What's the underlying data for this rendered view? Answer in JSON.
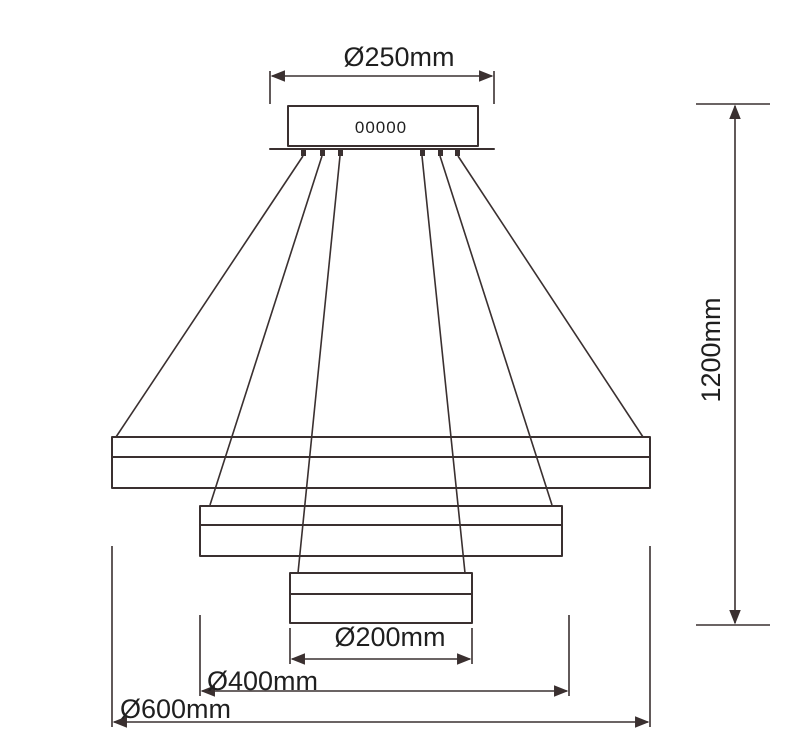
{
  "dimensions": {
    "canopy_diameter": "Ø250mm",
    "small_ring_diameter": "Ø200mm",
    "medium_ring_diameter": "Ø400mm",
    "large_ring_diameter": "Ø600mm",
    "overall_height": "1200mm"
  },
  "canopy": {
    "marking": "00000"
  },
  "colors": {
    "line": "#3a3030",
    "text": "#1f1f1f",
    "background": "#ffffff"
  }
}
